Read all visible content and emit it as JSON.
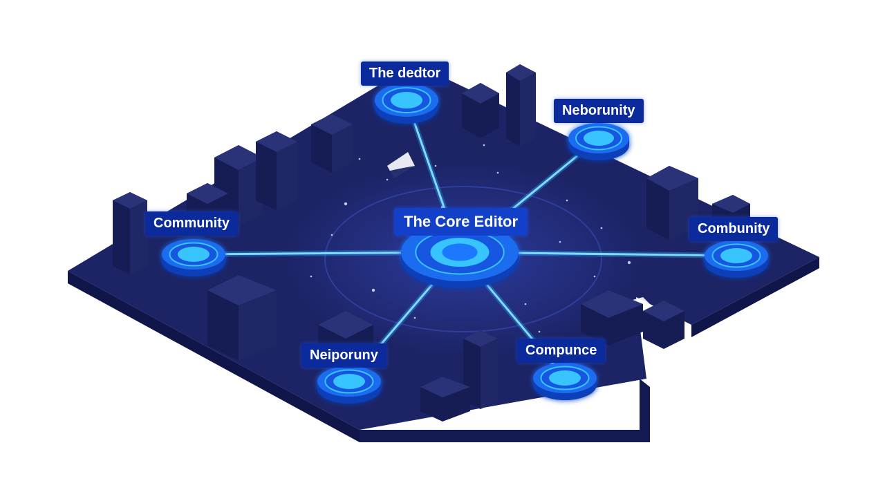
{
  "colors": {
    "platform_top": "#1c2466",
    "platform_side": "#10164a",
    "building_top": "#2a3278",
    "building_side": "#161d55",
    "building_front": "#1f2766",
    "glow": "#29a8ff",
    "disc_outer": "#1e6cf0",
    "disc_inner": "#39c5ff",
    "label_bg": "#0b2a9c",
    "label_text": "#ffffff"
  },
  "hub": {
    "label": "The Core Editor"
  },
  "nodes": [
    {
      "id": "top",
      "label": "The dedtor"
    },
    {
      "id": "top-right",
      "label": "Neborunity"
    },
    {
      "id": "left",
      "label": "Community"
    },
    {
      "id": "right",
      "label": "Combunity"
    },
    {
      "id": "bottom-left",
      "label": "Neiporuny"
    },
    {
      "id": "bottom-right",
      "label": "Compunce"
    }
  ]
}
